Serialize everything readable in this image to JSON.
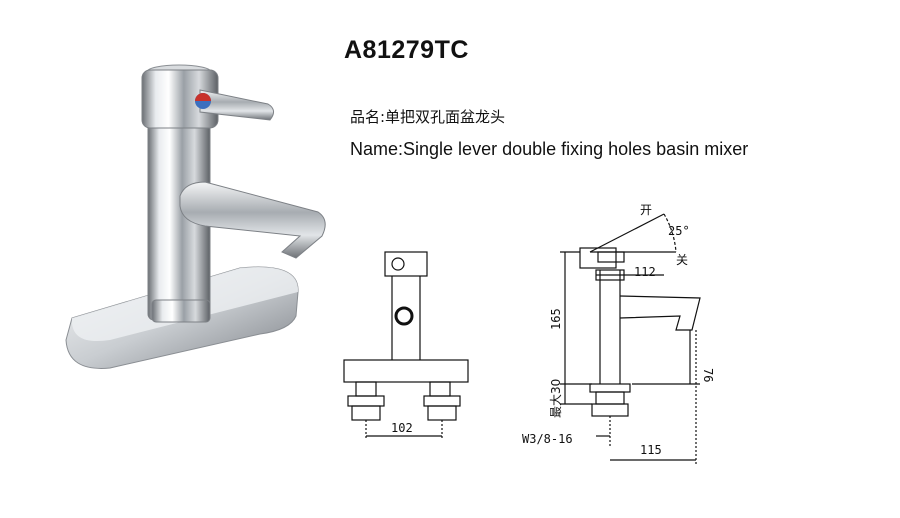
{
  "product": {
    "model": "A81279TC",
    "name_cn": "品名:单把双孔面盆龙头",
    "name_en": "Name:Single lever double fixing holes basin mixer"
  },
  "drawing": {
    "open_label": "开",
    "close_label": "关",
    "angle": "25°",
    "lever_length": "112",
    "height": "165",
    "max_thickness": "最大30",
    "spout_height": "76",
    "hole_spacing": "102",
    "thread": "W3/8-16",
    "reach": "115"
  }
}
